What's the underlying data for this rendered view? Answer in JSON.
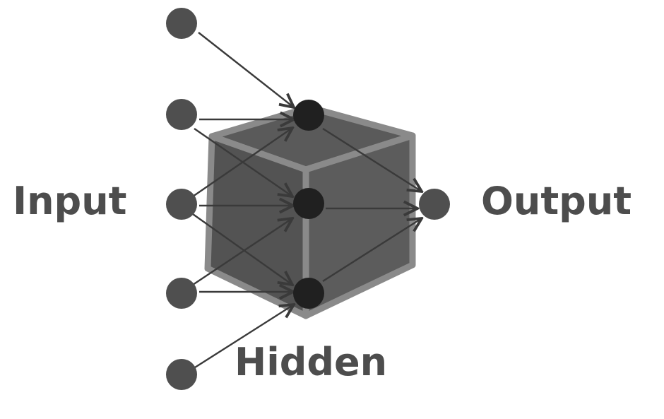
{
  "labels": {
    "input": "Input",
    "hidden": "Hidden",
    "output": "Output"
  },
  "colors": {
    "node": "#4f4f4f",
    "hidden_node": "#202020",
    "cube_fill": "#585858",
    "cube_edge": "#8a8a8a",
    "arrow": "#3a3a3a",
    "text": "#4d4d4d"
  },
  "layers": {
    "input": {
      "count": 5
    },
    "hidden": {
      "count": 3
    },
    "output": {
      "count": 1
    }
  }
}
